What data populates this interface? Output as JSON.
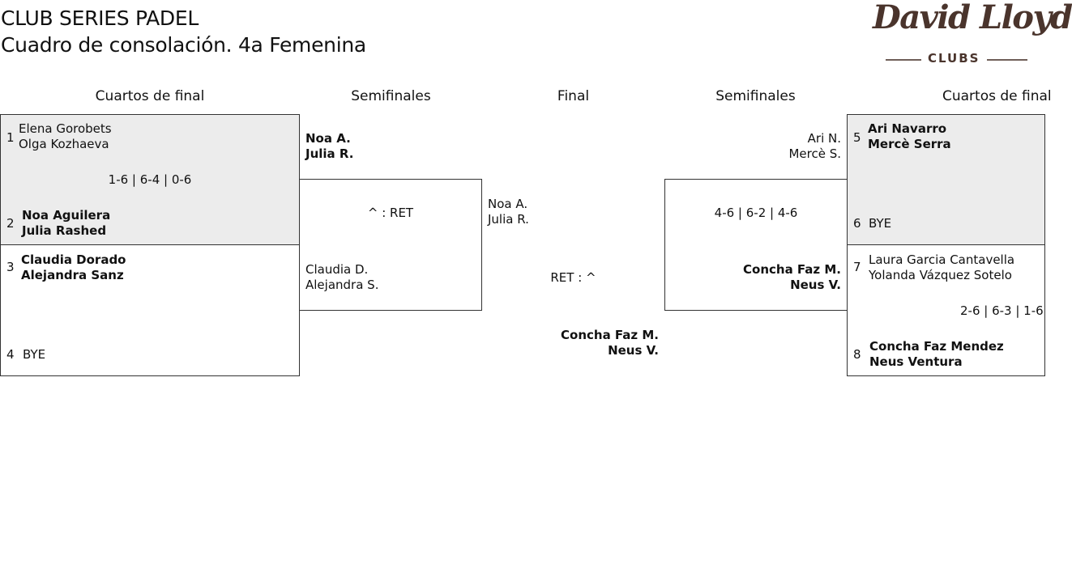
{
  "header": {
    "title": "CLUB SERIES PADEL",
    "subtitle": "Cuadro de consolación. 4a Femenina",
    "logo_script": "David Lloyd",
    "logo_clubs": "CLUBS"
  },
  "rounds": {
    "left_qf": "Cuartos de final",
    "left_sf": "Semifinales",
    "final": "Final",
    "right_sf": "Semifinales",
    "right_qf": "Cuartos de final"
  },
  "left_qf": {
    "m1": {
      "seed_a": "1",
      "a1": "Elena Gorobets",
      "a2": "Olga Kozhaeva",
      "score": "1-6 | 6-4 | 0-6",
      "seed_b": "2",
      "b1": "Noa Aguilera",
      "b2": "Julia Rashed"
    },
    "m2": {
      "seed_a": "3",
      "a1": "Claudia Dorado",
      "a2": "Alejandra Sanz",
      "seed_b": "4",
      "b1": "BYE"
    }
  },
  "left_sf": {
    "a1": "Noa A.",
    "a2": "Julia R.",
    "score": "^ : RET",
    "b1": "Claudia D.",
    "b2": "Alejandra S."
  },
  "final": {
    "a1": "Noa A.",
    "a2": "Julia R.",
    "score": "RET : ^",
    "b1": "Concha Faz M.",
    "b2": "Neus V."
  },
  "right_sf": {
    "a1": "Ari N.",
    "a2": "Mercè S.",
    "score": "4-6 | 6-2 | 4-6",
    "b1": "Concha Faz M.",
    "b2": "Neus V."
  },
  "right_qf": {
    "m1": {
      "seed_a": "5",
      "a1": "Ari Navarro",
      "a2": "Mercè Serra",
      "seed_b": "6",
      "b1": "BYE"
    },
    "m2": {
      "seed_a": "7",
      "a1": "Laura Garcia Cantavella",
      "a2": "Yolanda Vázquez Sotelo",
      "score": "2-6 | 6-3 | 1-6",
      "seed_b": "8",
      "b1": "Concha Faz Mendez",
      "b2": "Neus Ventura"
    }
  },
  "colors": {
    "logo": "#4a342c",
    "box_fill": "#ececec",
    "border": "#333333"
  }
}
